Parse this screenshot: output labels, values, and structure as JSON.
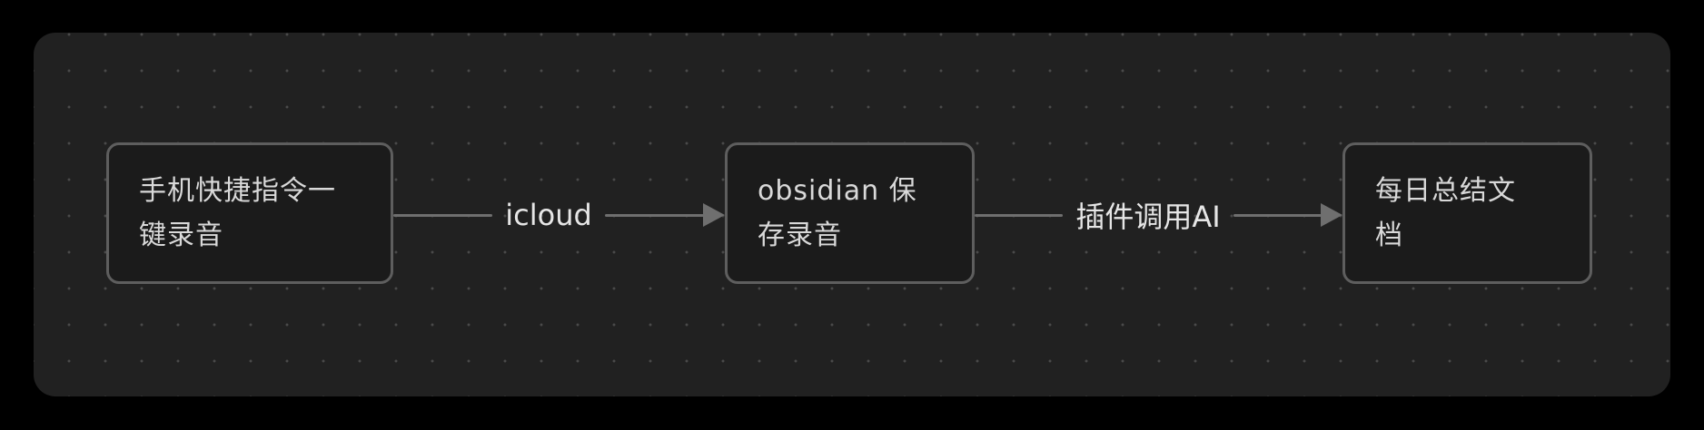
{
  "diagram": {
    "type": "flowchart",
    "nodes": [
      {
        "id": "node-phone-recording",
        "label": "手机快捷指令一\n键录音"
      },
      {
        "id": "node-obsidian-save",
        "label": "obsidian 保\n存录音"
      },
      {
        "id": "node-daily-summary-doc",
        "label": "每日总结文\n档"
      }
    ],
    "edges": [
      {
        "from": "node-phone-recording",
        "to": "node-obsidian-save",
        "label": "icloud"
      },
      {
        "from": "node-obsidian-save",
        "to": "node-daily-summary-doc",
        "label": "插件调用AI"
      }
    ],
    "colors": {
      "surround": "#000000",
      "canvas_background": "#212121",
      "dot_grid": "#4a4a4a",
      "node_background": "#1b1b1b",
      "node_border": "#5e5e5e",
      "edge_line": "#6f6f6f",
      "node_text": "#d9d9d9",
      "edge_label_text": "#e6e6e6"
    }
  }
}
